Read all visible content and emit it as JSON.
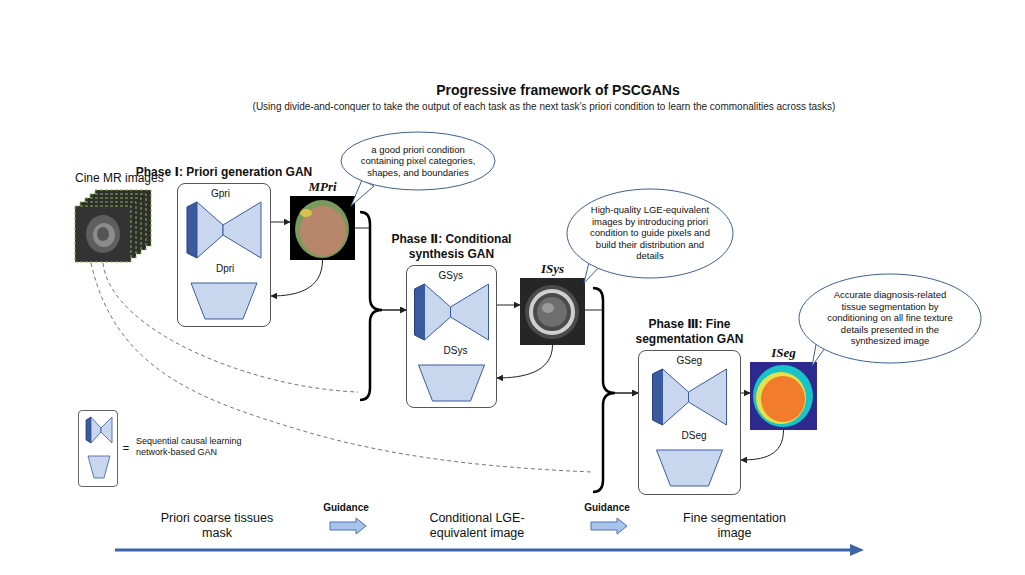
{
  "diagram": {
    "title": "Progressive framework of PSCGANs",
    "nodes": [
      {
        "text": [
          "Cine MR images"
        ]
      },
      {
        "text": [
          "Phase Ⅰ: Priori generation GAN",
          "Gpri",
          "Dpri"
        ]
      },
      {
        "text": [
          "MPri"
        ]
      },
      {
        "text": [
          "a good priori condition containing pixel categories, shapes, and boundaries"
        ]
      },
      {
        "text": [
          "Phase Ⅱ: Conditional synthesis GAN",
          "GSys",
          "DSys"
        ]
      },
      {
        "text": [
          "ISys"
        ]
      },
      {
        "text": [
          "High-quality LGE-equivalent images by introducing priori condition to guide pixels and build their distribution and details"
        ]
      },
      {
        "text": [
          "Phase Ⅲ: Fine segmentation GAN",
          "GSeg",
          "DSeg"
        ]
      },
      {
        "text": [
          "ISeg"
        ]
      },
      {
        "text": [
          "Accurate diagnosis-related tissue segmentation by conditioning on all fine texture details presented in the synthesized image"
        ]
      }
    ],
    "edges": [
      {
        "from": 1,
        "to": 2,
        "arrow": "to"
      },
      {
        "from": 2,
        "to": 1,
        "arrow": "to"
      },
      {
        "from": 2,
        "to": 4,
        "arrow": "to"
      },
      {
        "from": 0,
        "to": 4,
        "arrow": "to"
      },
      {
        "from": 4,
        "to": 5,
        "arrow": "to"
      },
      {
        "from": 5,
        "to": 4,
        "arrow": "to"
      },
      {
        "from": 5,
        "to": 7,
        "arrow": "to"
      },
      {
        "from": 0,
        "to": 7,
        "arrow": "to"
      },
      {
        "from": 7,
        "to": 8,
        "arrow": "to"
      },
      {
        "from": 8,
        "to": 7,
        "arrow": "to"
      }
    ],
    "labels": [
      "(Using divide-and-conquer to take the output of each task as the next task’s priori condition to learn the commonalities across tasks)",
      "Priori coarse tissues mask",
      "Guidance",
      "Conditional LGE-equivalent image",
      "Guidance",
      "Fine segmentation image",
      "="
    ],
    "legend": [
      {
        "text": "Sequential causal learning network-based GAN"
      }
    ]
  }
}
